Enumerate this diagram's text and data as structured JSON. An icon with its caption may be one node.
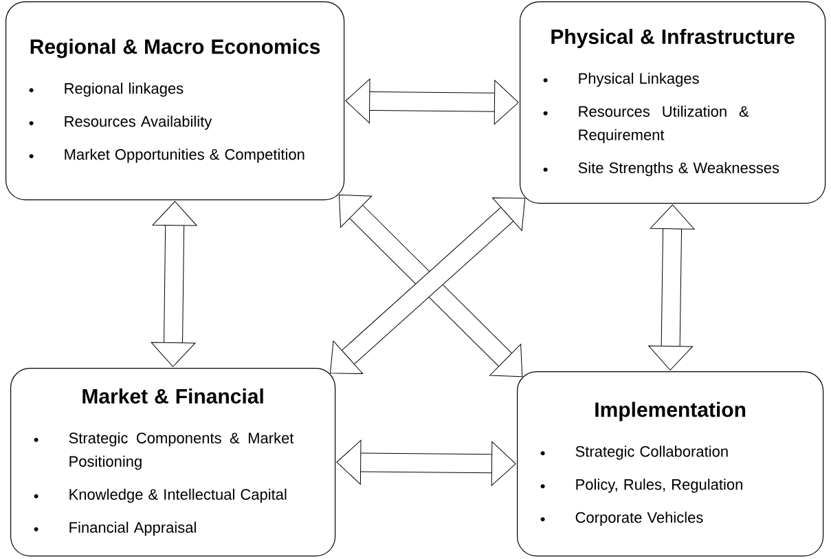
{
  "diagram": {
    "nodes": [
      {
        "text": [
          "Regional & Macro Economics",
          "Regional linkages",
          "Resources Availability",
          "Market Opportunities & Competition"
        ]
      },
      {
        "text": [
          "Physical & Infrastructure",
          "Physical Linkages",
          "Resources Utilization & Requirement",
          "Site Strengths & Weaknesses"
        ]
      },
      {
        "text": [
          "Market & Financial",
          "Strategic Components & Market Positioning",
          "Knowledge & Intellectual Capital",
          "Financial Appraisal"
        ]
      },
      {
        "text": [
          "Implementation",
          "Strategic Collaboration",
          "Policy, Rules, Regulation",
          "Corporate Vehicles"
        ]
      }
    ],
    "edges": [
      {
        "from": 0,
        "to": 1,
        "arrow": "both"
      },
      {
        "from": 0,
        "to": 2,
        "arrow": "both"
      },
      {
        "from": 1,
        "to": 3,
        "arrow": "both"
      },
      {
        "from": 2,
        "to": 3,
        "arrow": "both"
      },
      {
        "from": 0,
        "to": 3,
        "arrow": "both"
      },
      {
        "from": 1,
        "to": 2,
        "arrow": "both"
      }
    ]
  }
}
